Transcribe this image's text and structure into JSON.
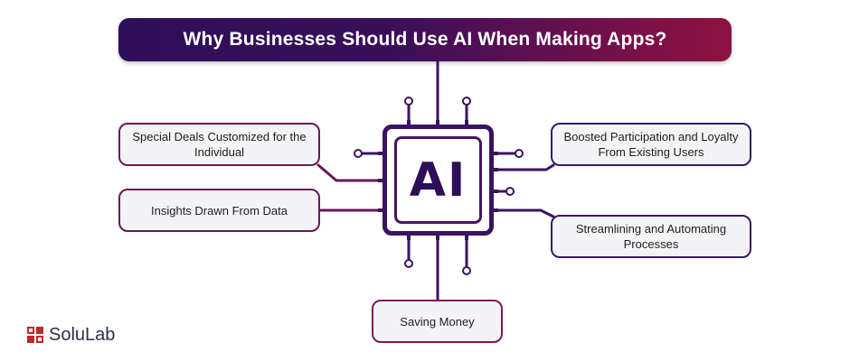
{
  "title": "Why Businesses Should Use AI When Making Apps?",
  "chip": {
    "label": "AI"
  },
  "benefits": {
    "special_deals": "Special Deals Customized for the Individual",
    "insights": "Insights Drawn From Data",
    "saving_money": "Saving Money",
    "participation": "Boosted Participation and Loyalty From Existing Users",
    "streamlining": "Streamlining and Automating Processes"
  },
  "logo": {
    "text": "SoluLab",
    "icon": "solulab-logo-icon"
  },
  "colors": {
    "dark_purple": "#2d0f57",
    "magenta": "#8c1240",
    "box_fill": "#f4f4f6",
    "text": "#1e1e1e"
  }
}
